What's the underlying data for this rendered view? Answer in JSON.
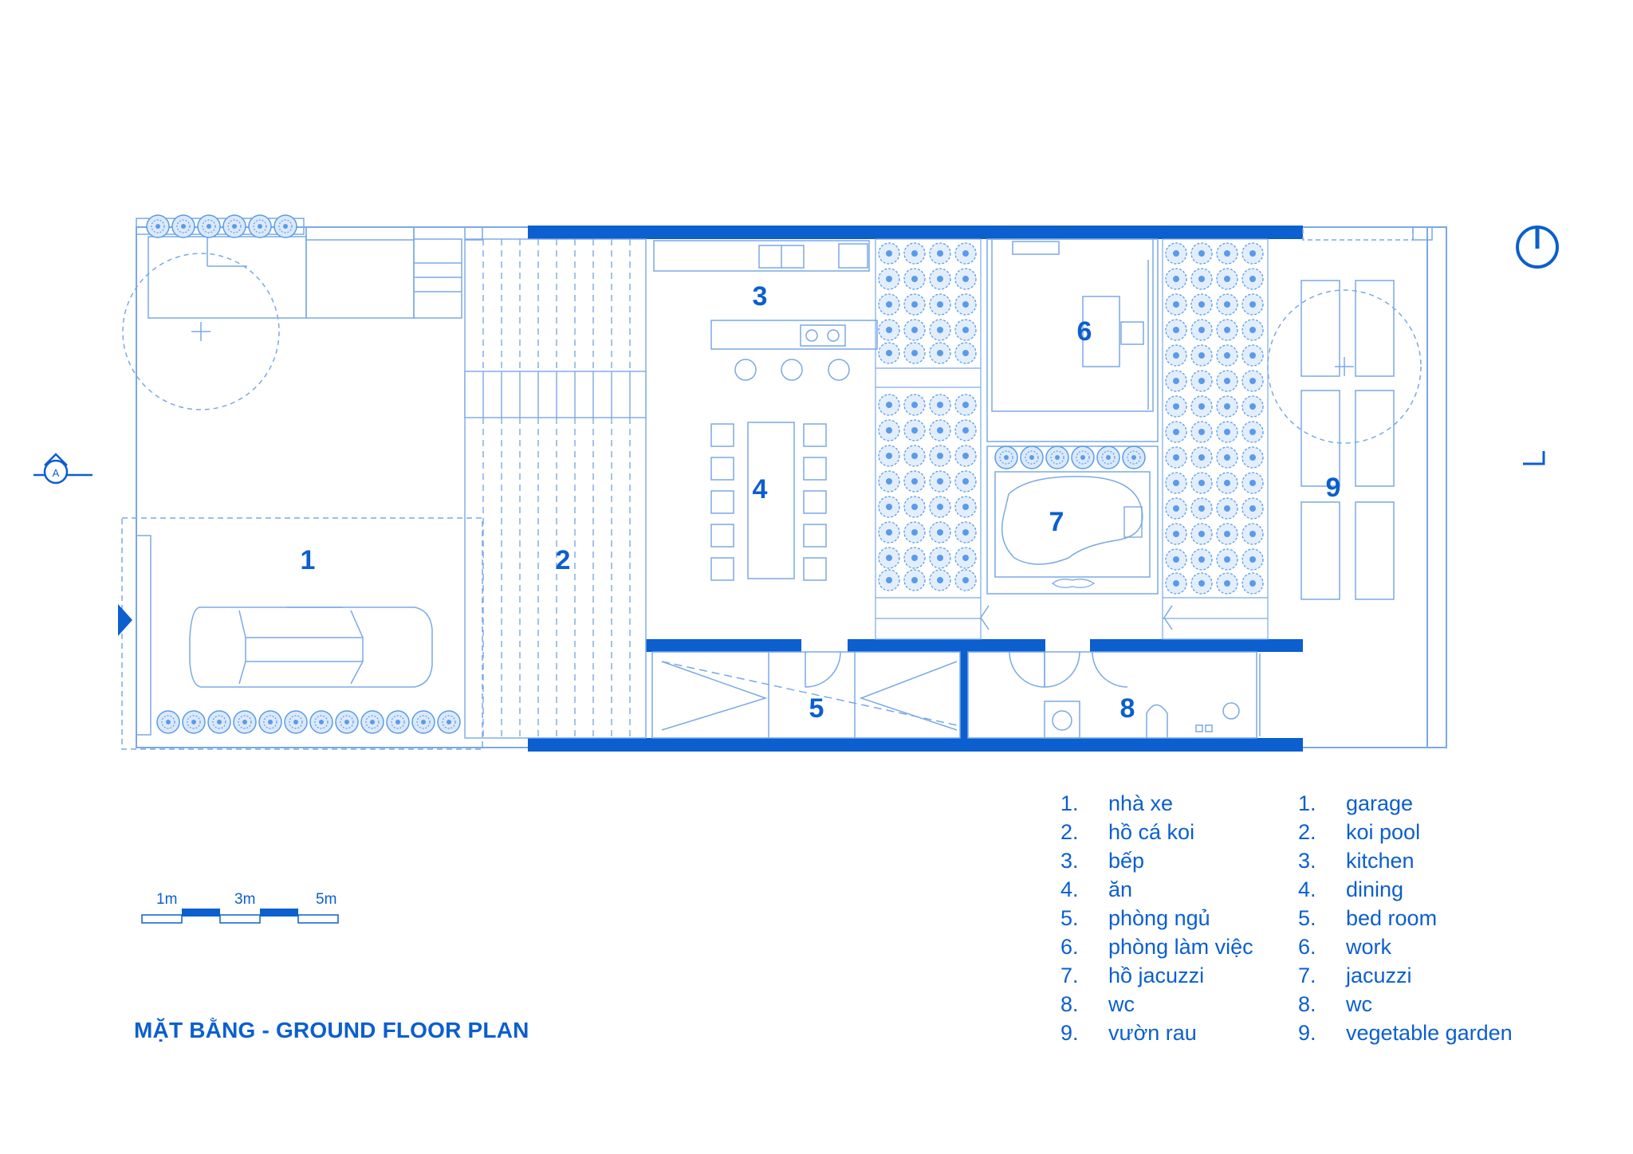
{
  "title": "MẶT BẰNG - GROUND FLOOR PLAN",
  "colors": {
    "accent": "#0b5fcf",
    "line": "#7aa9e6",
    "plant": "#5a9be8"
  },
  "section_marker": "A",
  "rooms": [
    {
      "num": "1"
    },
    {
      "num": "2"
    },
    {
      "num": "3"
    },
    {
      "num": "4"
    },
    {
      "num": "5"
    },
    {
      "num": "6"
    },
    {
      "num": "7"
    },
    {
      "num": "8"
    },
    {
      "num": "9"
    }
  ],
  "legend_vi": [
    {
      "num": "1.",
      "label": "nhà xe"
    },
    {
      "num": "2.",
      "label": "hồ cá koi"
    },
    {
      "num": "3.",
      "label": "bếp"
    },
    {
      "num": "4.",
      "label": "ăn"
    },
    {
      "num": "5.",
      "label": "phòng ngủ"
    },
    {
      "num": "6.",
      "label": "phòng làm việc"
    },
    {
      "num": "7.",
      "label": "hồ jacuzzi"
    },
    {
      "num": "8.",
      "label": "wc"
    },
    {
      "num": "9.",
      "label": "vườn rau"
    }
  ],
  "legend_en": [
    {
      "num": "1.",
      "label": "garage"
    },
    {
      "num": "2.",
      "label": "koi pool"
    },
    {
      "num": "3.",
      "label": "kitchen"
    },
    {
      "num": "4.",
      "label": "dining"
    },
    {
      "num": "5.",
      "label": "bed room"
    },
    {
      "num": "6.",
      "label": "work"
    },
    {
      "num": "7.",
      "label": "jacuzzi"
    },
    {
      "num": "8.",
      "label": "wc"
    },
    {
      "num": "9.",
      "label": "vegetable garden"
    }
  ],
  "scale_bar": {
    "labels": [
      "1m",
      "3m",
      "5m"
    ]
  }
}
